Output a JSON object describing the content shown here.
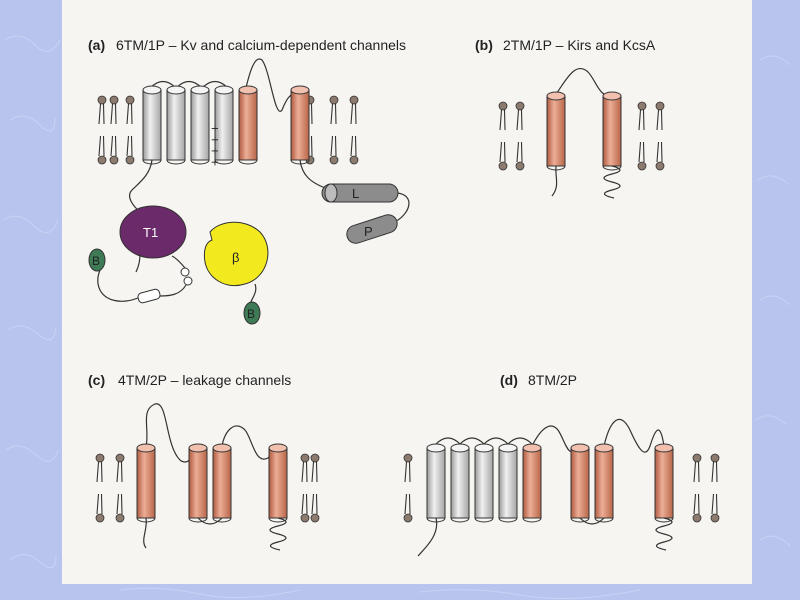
{
  "panels": {
    "a": {
      "letter": "(a)",
      "title": "6TM/1P – Kv and calcium-dependent channels"
    },
    "b": {
      "letter": "(b)",
      "title": "2TM/1P – Kirs and KcsA"
    },
    "c": {
      "letter": "(c)",
      "title": "4TM/2P – leakage channels"
    },
    "d": {
      "letter": "(d)",
      "title": "8TM/2P"
    }
  },
  "domains": {
    "t1": "T1",
    "beta": "β",
    "b1": "B",
    "b2": "B",
    "linker": "L",
    "pore_tail": "P",
    "voltage_sensor_charges": "+ + + +"
  },
  "colors": {
    "background": "#b9c4ee",
    "panel": "#f6f5f1",
    "helix_grey": "#d9d9d9",
    "helix_red": "#d9866a",
    "t1": "#6b2a6a",
    "beta": "#f2ea1e",
    "b_ball": "#3e7a55",
    "lipid_head": "#8c7a6e"
  },
  "icons": [
    "lipid-bilayer-icon",
    "helix-cylinder-icon"
  ]
}
